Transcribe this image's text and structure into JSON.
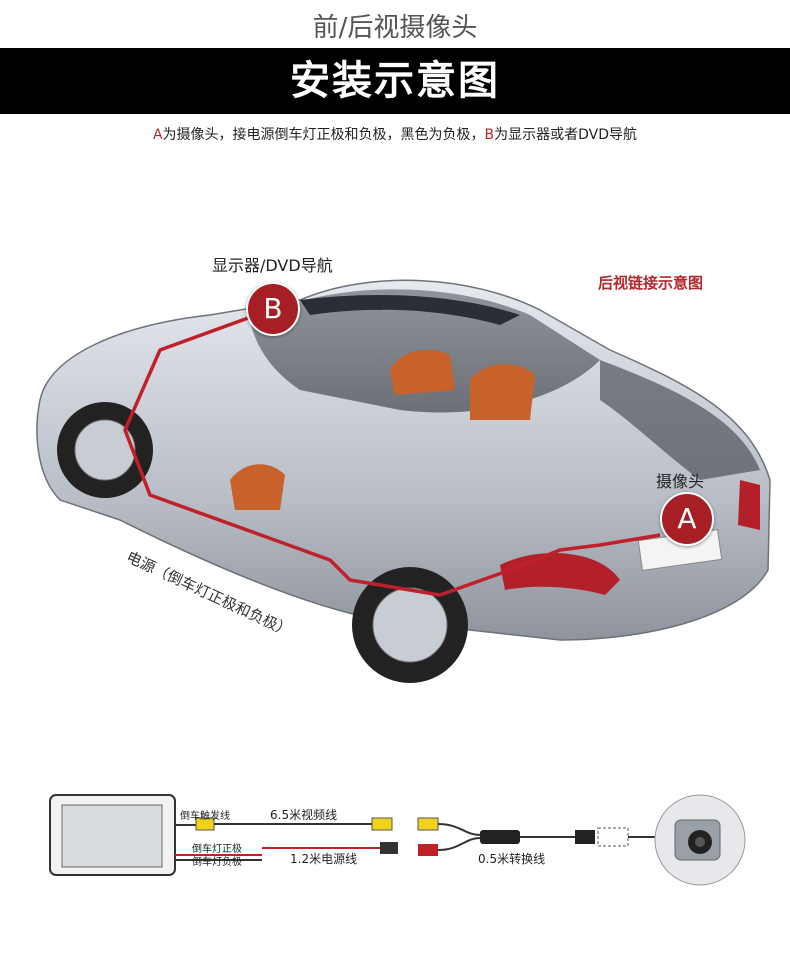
{
  "header": {
    "subtitle": "前/后视摄像头",
    "title": "安装示意图"
  },
  "caption": {
    "a_letter": "A",
    "a_text": "为摄像头，接电源倒车灯正极和负极，黑色为负极，",
    "b_letter": "B",
    "b_text": "为显示器或者DVD导航"
  },
  "diagram": {
    "display_label": "显示器/DVD导航",
    "rear_title": "后视链接示意图",
    "camera_label": "摄像头",
    "power_label": "电源（倒车灯正极和负极）",
    "badge_b": "B",
    "badge_a": "A"
  },
  "wiring": {
    "trigger_label": "倒车触发线",
    "rev_positive": "倒车灯正极",
    "rev_negative": "倒车灯负极",
    "video_cable": "6.5米视频线",
    "power_cable": "1.2米电源线",
    "adapter_cable": "0.5米转换线"
  },
  "colors": {
    "accent_red": "#b3282d",
    "banner_bg": "#000000",
    "cable_yellow": "#f2d21b"
  }
}
